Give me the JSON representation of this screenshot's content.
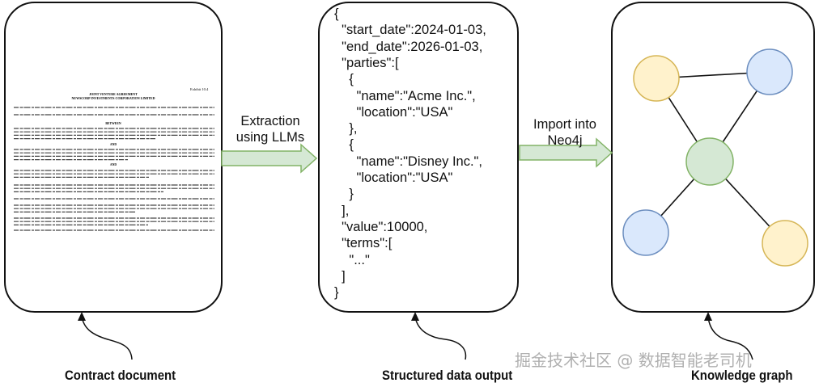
{
  "panels": {
    "document": {
      "caption": "Contract document",
      "page": {
        "corner_label": "Exhibit 10.4",
        "title_line1": "JOINT VENTURE AGREEMENT",
        "title_line2": "NEWSCORP INVESTMENTS CORPORATION LIMITED",
        "between": "BETWEEN",
        "and1": "AND",
        "and2": "AND"
      }
    },
    "json": {
      "caption": "Structured data output",
      "lines": [
        "{",
        "  \"start_date\":2024-01-03,",
        "  \"end_date\":2026-01-03,",
        "  \"parties\":[",
        "    {",
        "      \"name\":\"Acme Inc.\",",
        "      \"location\":\"USA\"",
        "    },",
        "    {",
        "      \"name\":\"Disney Inc.\",",
        "      \"location\":\"USA\"",
        "    }",
        "  ],",
        "  \"value\":10000,",
        "  \"terms\":[",
        "    \"...\"",
        "  ]",
        "}"
      ]
    },
    "graph": {
      "caption": "Knowledge graph",
      "node_colors": {
        "yellow_fill": "#fff2cc",
        "yellow_stroke": "#d6b656",
        "blue_fill": "#dae8fc",
        "blue_stroke": "#6c8ebf",
        "green_fill": "#d5e8d4",
        "green_stroke": "#82b366"
      }
    }
  },
  "arrows": {
    "extraction": {
      "line1": "Extraction",
      "line2": "using LLMs",
      "fill": "#d5e8d4",
      "stroke": "#82b366"
    },
    "import": {
      "line1": "Import into",
      "line2": "Neo4j",
      "fill": "#d5e8d4",
      "stroke": "#82b366"
    }
  },
  "watermark": "掘金技术社区 @ 数据智能老司机"
}
